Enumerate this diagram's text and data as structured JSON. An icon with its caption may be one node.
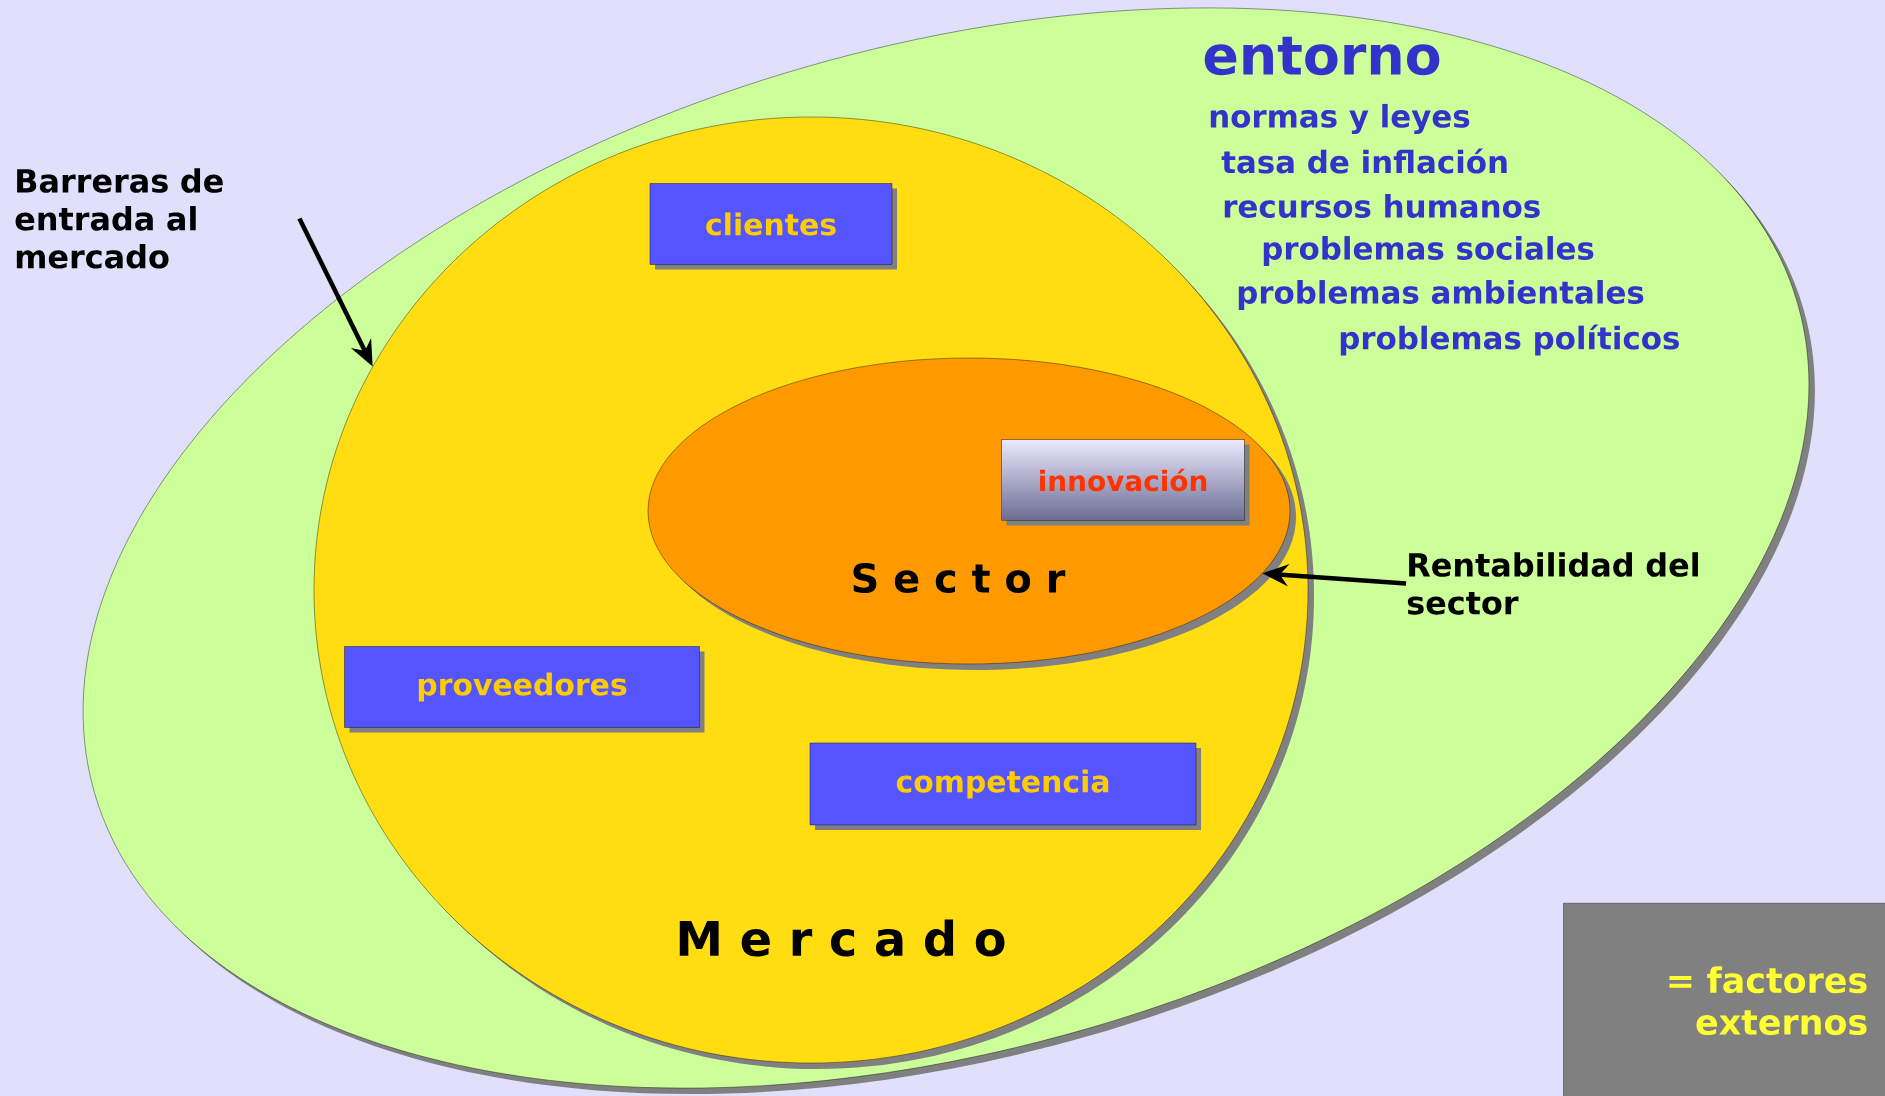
{
  "diagram": {
    "nodes": [
      {
        "text": [
          "entorno",
          "normas y leyes",
          "tasa de inflación",
          "recursos humanos",
          "problemas sociales",
          "problemas ambientales",
          "problemas políticos"
        ]
      },
      {
        "text": [
          "M e r c a d o"
        ],
        "in": 0
      },
      {
        "text": [
          "clientes"
        ],
        "in": 1
      },
      {
        "text": [
          "S e c t o r"
        ],
        "in": 1
      },
      {
        "text": [
          "innovación"
        ],
        "in": 3
      },
      {
        "text": [
          "proveedores"
        ],
        "in": 1
      },
      {
        "text": [
          "competencia"
        ],
        "in": 1
      },
      {
        "text": [
          "Barreras de entrada al mercado"
        ]
      },
      {
        "text": [
          "Rentabilidad del sector"
        ],
        "in": 0
      },
      {
        "text": [
          "= factores externos"
        ]
      }
    ],
    "edges": [
      {
        "from": 7,
        "to": 1,
        "arrow": "to"
      },
      {
        "from": 8,
        "to": 3,
        "arrow": "to"
      }
    ]
  }
}
